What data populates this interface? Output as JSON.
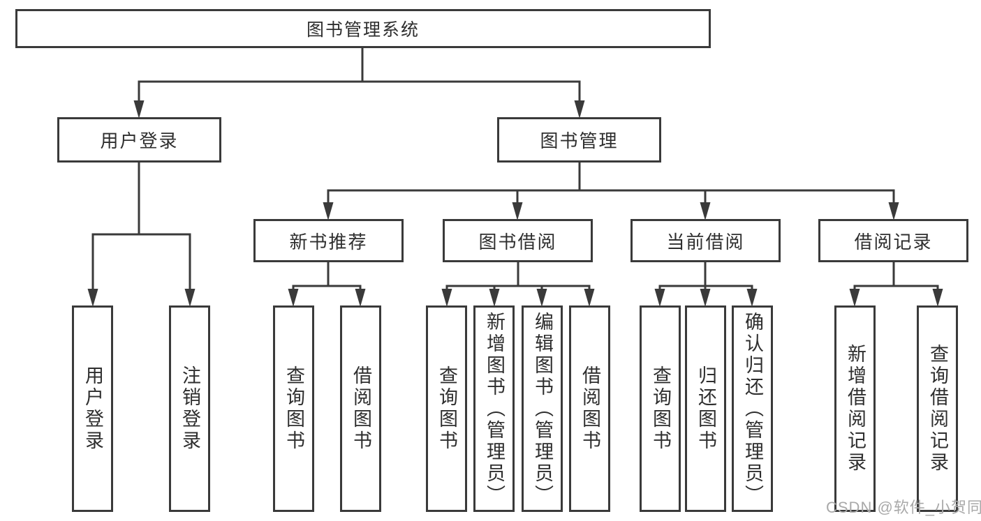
{
  "diagram": {
    "title": "图书管理系统",
    "level2": {
      "user_login": "用户登录",
      "book_management": "图书管理"
    },
    "level3": {
      "new_book_recommend": "新书推荐",
      "book_borrow": "图书借阅",
      "current_borrow": "当前借阅",
      "borrow_records": "借阅记录"
    },
    "leaves": {
      "user_login": "用户登录",
      "logout": "注销登录",
      "nb_query_books": "查询图书",
      "nb_borrow_books": "借阅图书",
      "bb_query_books": "查询图书",
      "bb_add_books": "新增图书（管理员）",
      "bb_edit_books": "编辑图书（管理员）",
      "bb_borrow_books": "借阅图书",
      "cb_query_books": "查询图书",
      "cb_return_books": "归还图书",
      "cb_confirm_return": "确认归还（管理员）",
      "br_add_record": "新增借阅记录",
      "br_query_record": "查询借阅记录"
    },
    "watermark": "CSDN @软件_小贺同学",
    "colors": {
      "line": "#3a3a3a",
      "text": "#2e2e2e",
      "background": "#ffffff",
      "watermark": "#a9a9a9"
    }
  }
}
